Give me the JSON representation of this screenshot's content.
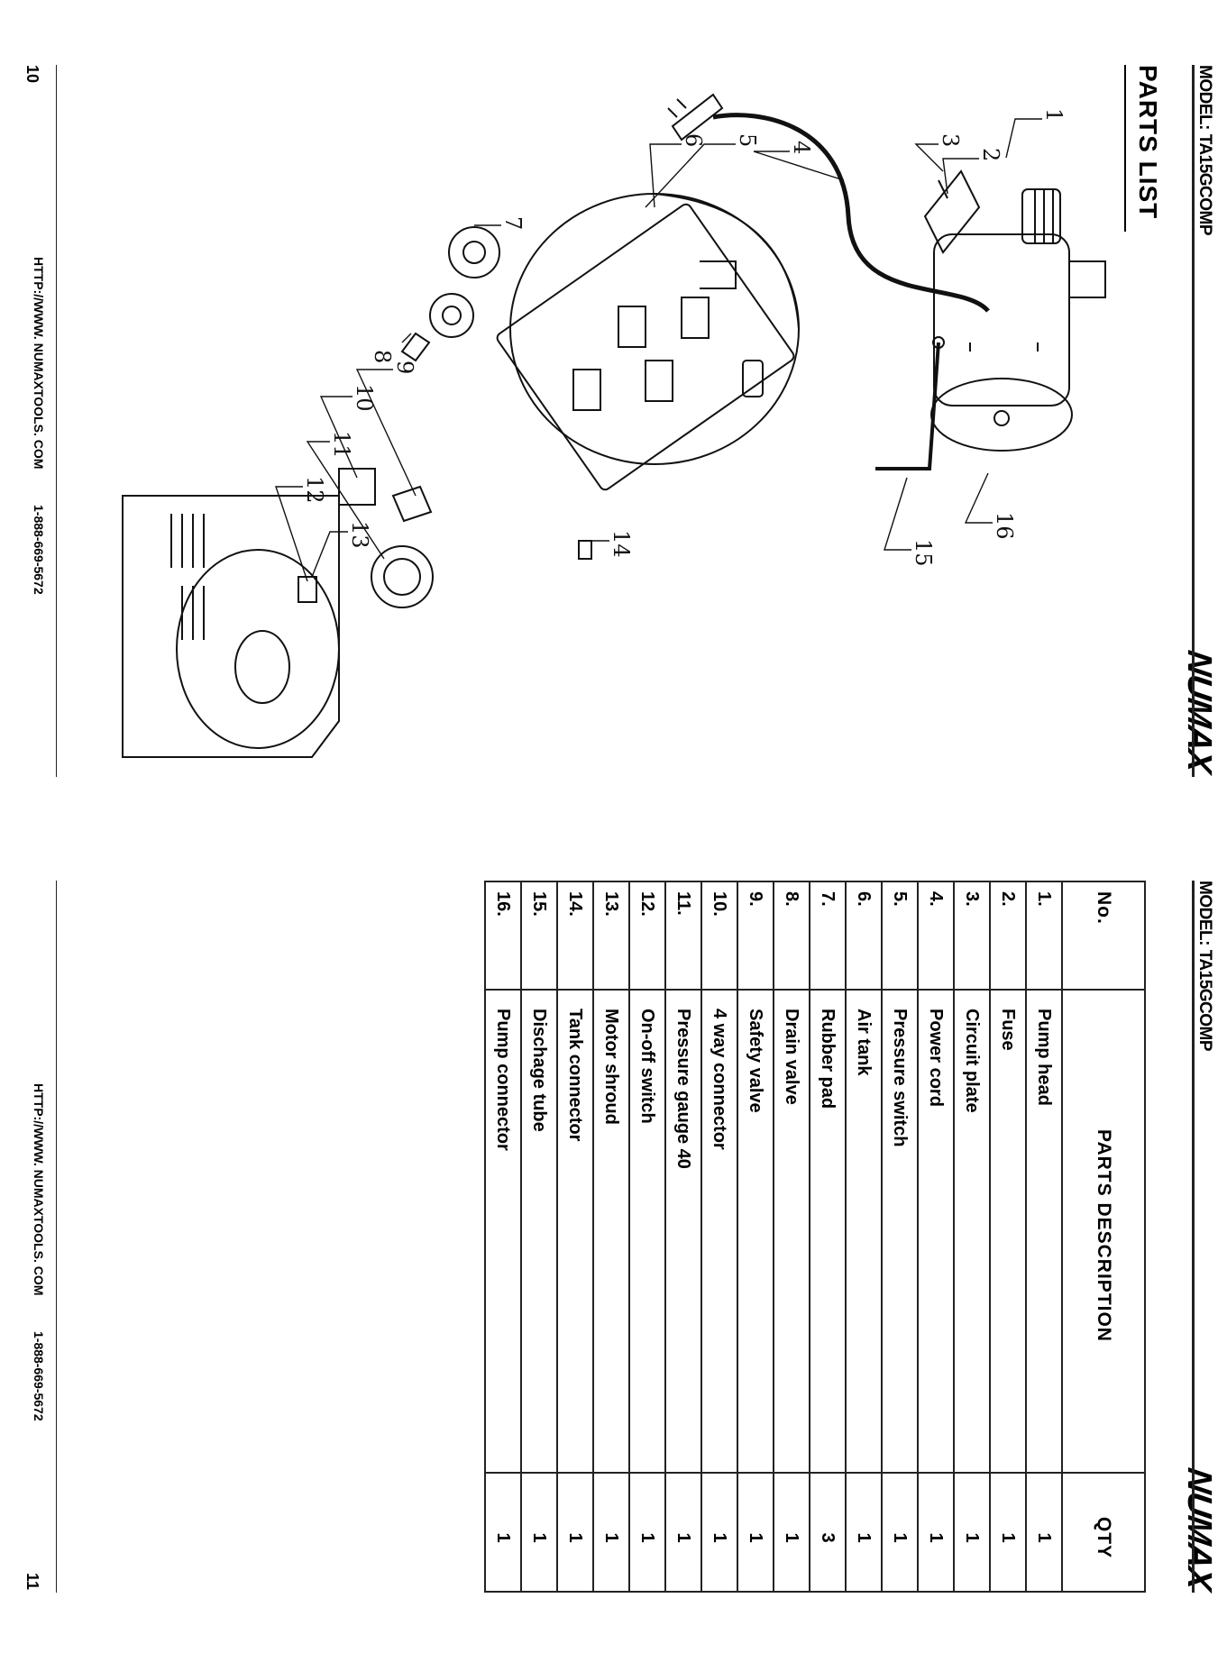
{
  "left_page": {
    "model": "MODEL: TA15GCOMP",
    "logo": "NUMAX",
    "title": "PARTS LIST",
    "footer_url": "HTTP://WWW. NUMAXTOOLS. COM",
    "footer_phone": "1-888-669-5672",
    "page_number": "10"
  },
  "diagram": {
    "callouts": [
      "1",
      "2",
      "3",
      "4",
      "5",
      "6",
      "7",
      "8",
      "9",
      "10",
      "11",
      "12",
      "13",
      "14",
      "15",
      "16"
    ]
  },
  "right_page": {
    "model": "MODEL: TA15GCOMP",
    "logo": "NUMAX",
    "footer_url": "HTTP://WWW. NUMAXTOOLS. COM",
    "footer_phone": "1-888-669-5672",
    "page_number": "11",
    "table": {
      "headers": [
        "No.",
        "PARTS DESCRIPTION",
        "QTY"
      ],
      "rows": [
        {
          "no": "1.",
          "desc": "Pump head",
          "qty": "1"
        },
        {
          "no": "2.",
          "desc": "Fuse",
          "qty": "1"
        },
        {
          "no": "3.",
          "desc": "Circuit plate",
          "qty": "1"
        },
        {
          "no": "4.",
          "desc": "Power cord",
          "qty": "1"
        },
        {
          "no": "5.",
          "desc": "Pressure switch",
          "qty": "1"
        },
        {
          "no": "6.",
          "desc": "Air tank",
          "qty": "1"
        },
        {
          "no": "7.",
          "desc": "Rubber pad",
          "qty": "3"
        },
        {
          "no": "8.",
          "desc": "Drain valve",
          "qty": "1"
        },
        {
          "no": "9.",
          "desc": "Safety valve",
          "qty": "1"
        },
        {
          "no": "10.",
          "desc": "4 way connector",
          "qty": "1"
        },
        {
          "no": "11.",
          "desc": "Pressure gauge 40",
          "qty": "1"
        },
        {
          "no": "12.",
          "desc": "On-off switch",
          "qty": "1"
        },
        {
          "no": "13.",
          "desc": "Motor shroud",
          "qty": "1"
        },
        {
          "no": "14.",
          "desc": "Tank connector",
          "qty": "1"
        },
        {
          "no": "15.",
          "desc": "Dischage tube",
          "qty": "1"
        },
        {
          "no": "16.",
          "desc": "Pump connector",
          "qty": "1"
        }
      ]
    }
  }
}
